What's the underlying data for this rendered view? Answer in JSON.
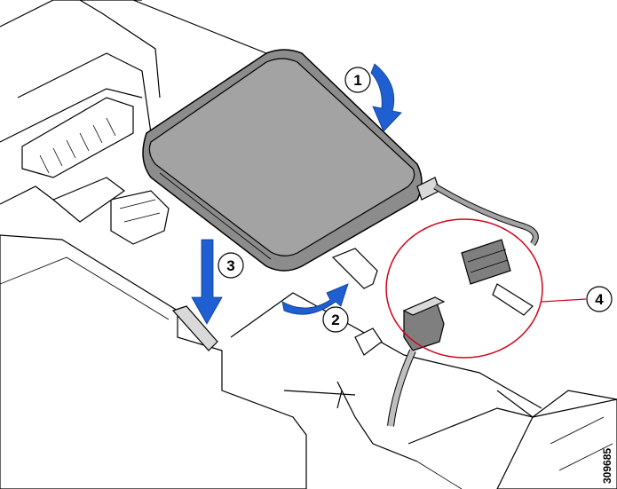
{
  "callouts": {
    "c1": "1",
    "c2": "2",
    "c3": "3",
    "c4": "4"
  },
  "figure_id": "309685",
  "colors": {
    "arrow": "#1f5fd1",
    "highlight": "#d0021b",
    "battery": "#8c8c8c"
  }
}
